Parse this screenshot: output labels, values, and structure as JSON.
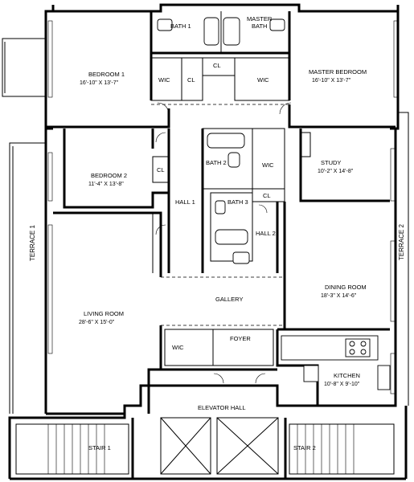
{
  "rooms": {
    "bedroom1": {
      "name": "BEDROOM 1",
      "dims": "16'-10\" X 13'-7\""
    },
    "master_bedroom": {
      "name": "MASTER BEDROOM",
      "dims": "16'-10\" X 13'-7\""
    },
    "bath1": {
      "name": "BATH 1"
    },
    "master_bath": {
      "line1": "MASTER",
      "line2": "BATH"
    },
    "wic_left": {
      "name": "WIC"
    },
    "cl_left": {
      "name": "CL"
    },
    "cl_center": {
      "name": "CL"
    },
    "wic_master": {
      "name": "WIC"
    },
    "bedroom2": {
      "name": "BEDROOM 2",
      "dims": "11'-4\" X 13'-8\""
    },
    "cl_bed2": {
      "name": "CL"
    },
    "hall1": {
      "name": "HALL 1"
    },
    "bath2": {
      "name": "BATH 2"
    },
    "wic_mid": {
      "name": "WIC"
    },
    "study": {
      "name": "STUDY",
      "dims": "10'-2\" X 14'-8\""
    },
    "cl_mid": {
      "name": "CL"
    },
    "bath3": {
      "name": "BATH 3"
    },
    "hall2": {
      "name": "HALL 2"
    },
    "gallery": {
      "name": "GALLERY"
    },
    "living_room": {
      "name": "LIVING ROOM",
      "dims": "28'-6\" X 15'-0\""
    },
    "dining_room": {
      "name": "DINING ROOM",
      "dims": "18'-3\" X 14'-6\""
    },
    "wic_foyer": {
      "name": "WIC"
    },
    "foyer": {
      "name": "FOYER"
    },
    "kitchen": {
      "name": "KITCHEN",
      "dims": "10'-8\" X 9'-10\""
    },
    "elevator_hall": {
      "name": "ELEVATOR HALL"
    },
    "stair1": {
      "name": "STAIR 1"
    },
    "stair2": {
      "name": "STAIR 2"
    },
    "terrace1": {
      "name": "TERRACE 1"
    },
    "terrace2": {
      "name": "TERRACE 2"
    }
  }
}
